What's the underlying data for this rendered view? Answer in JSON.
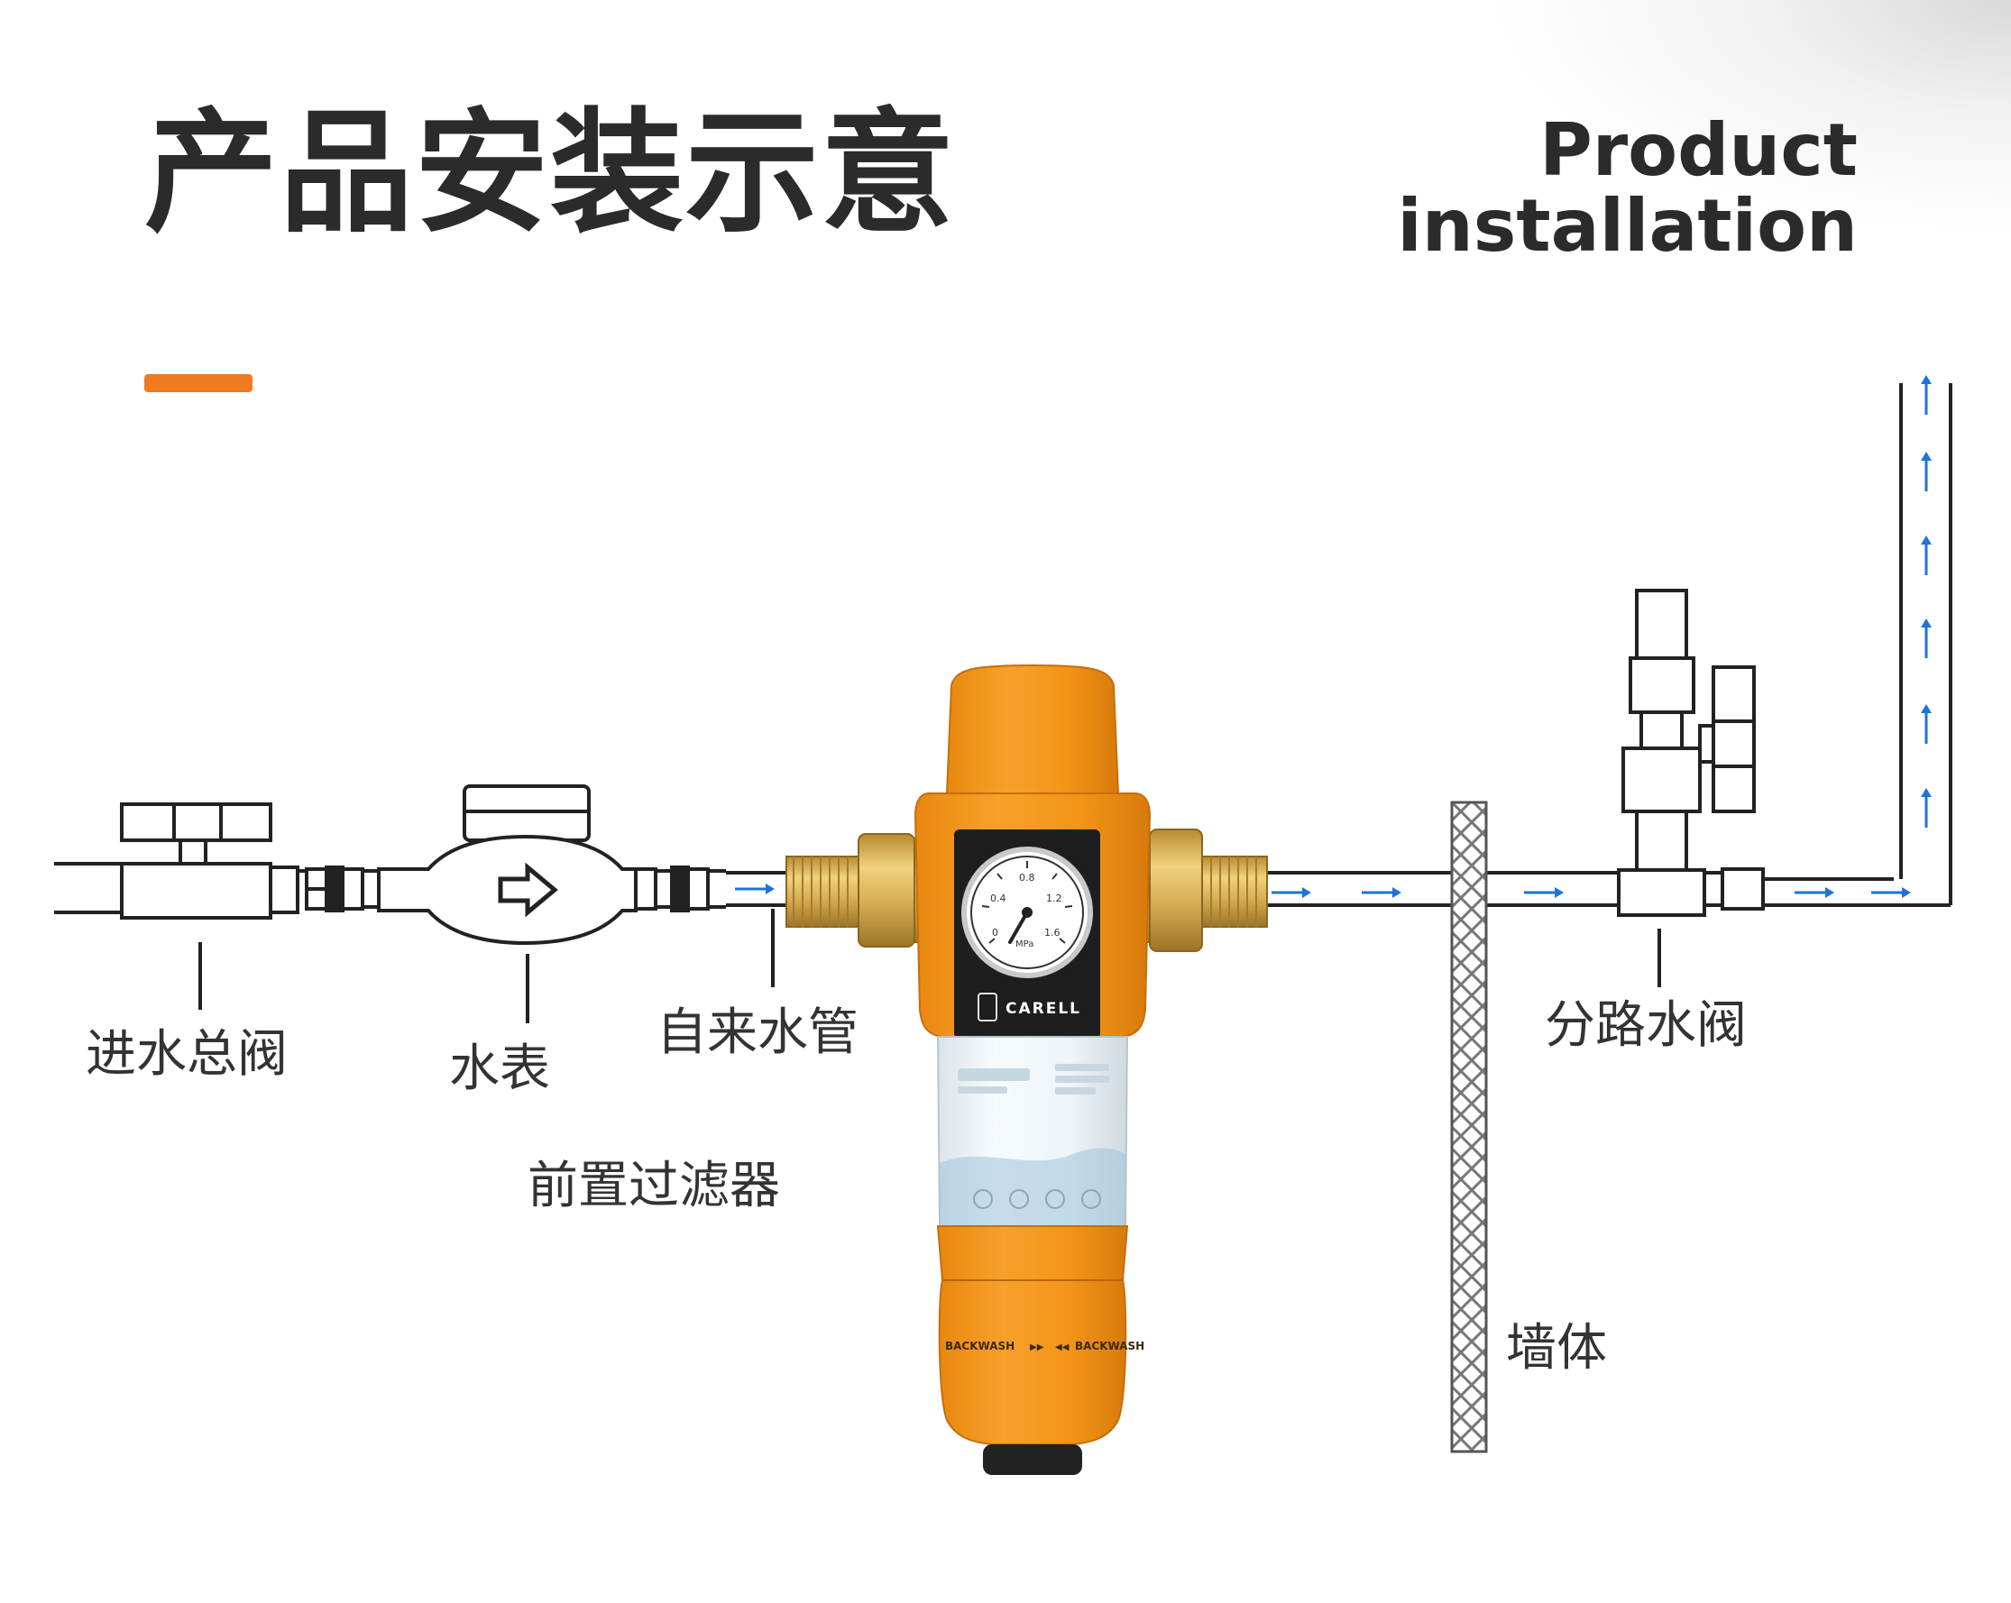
{
  "title": {
    "cn": "产品安装示意",
    "en_line1": "Product",
    "en_line2": "installation"
  },
  "labels": {
    "main_valve": "进水总阀",
    "water_meter": "水表",
    "tap_pipe": "自来水管",
    "pre_filter": "前置过滤器",
    "branch_valve": "分路水阀",
    "wall": "墙体"
  },
  "product": {
    "brand": "CARELL",
    "gauge_unit": "MPa",
    "gauge_ticks": [
      "0",
      "0.4",
      "0.8",
      "1.2",
      "1.6"
    ],
    "backwash": "BACKWASH"
  },
  "colors": {
    "accent": "#f07a1f",
    "filter_orange": "#f39418",
    "filter_orange_dark": "#d97c0c",
    "brass": "#d8b25a",
    "flow_arrow": "#1f73d6",
    "outline": "#222222"
  }
}
